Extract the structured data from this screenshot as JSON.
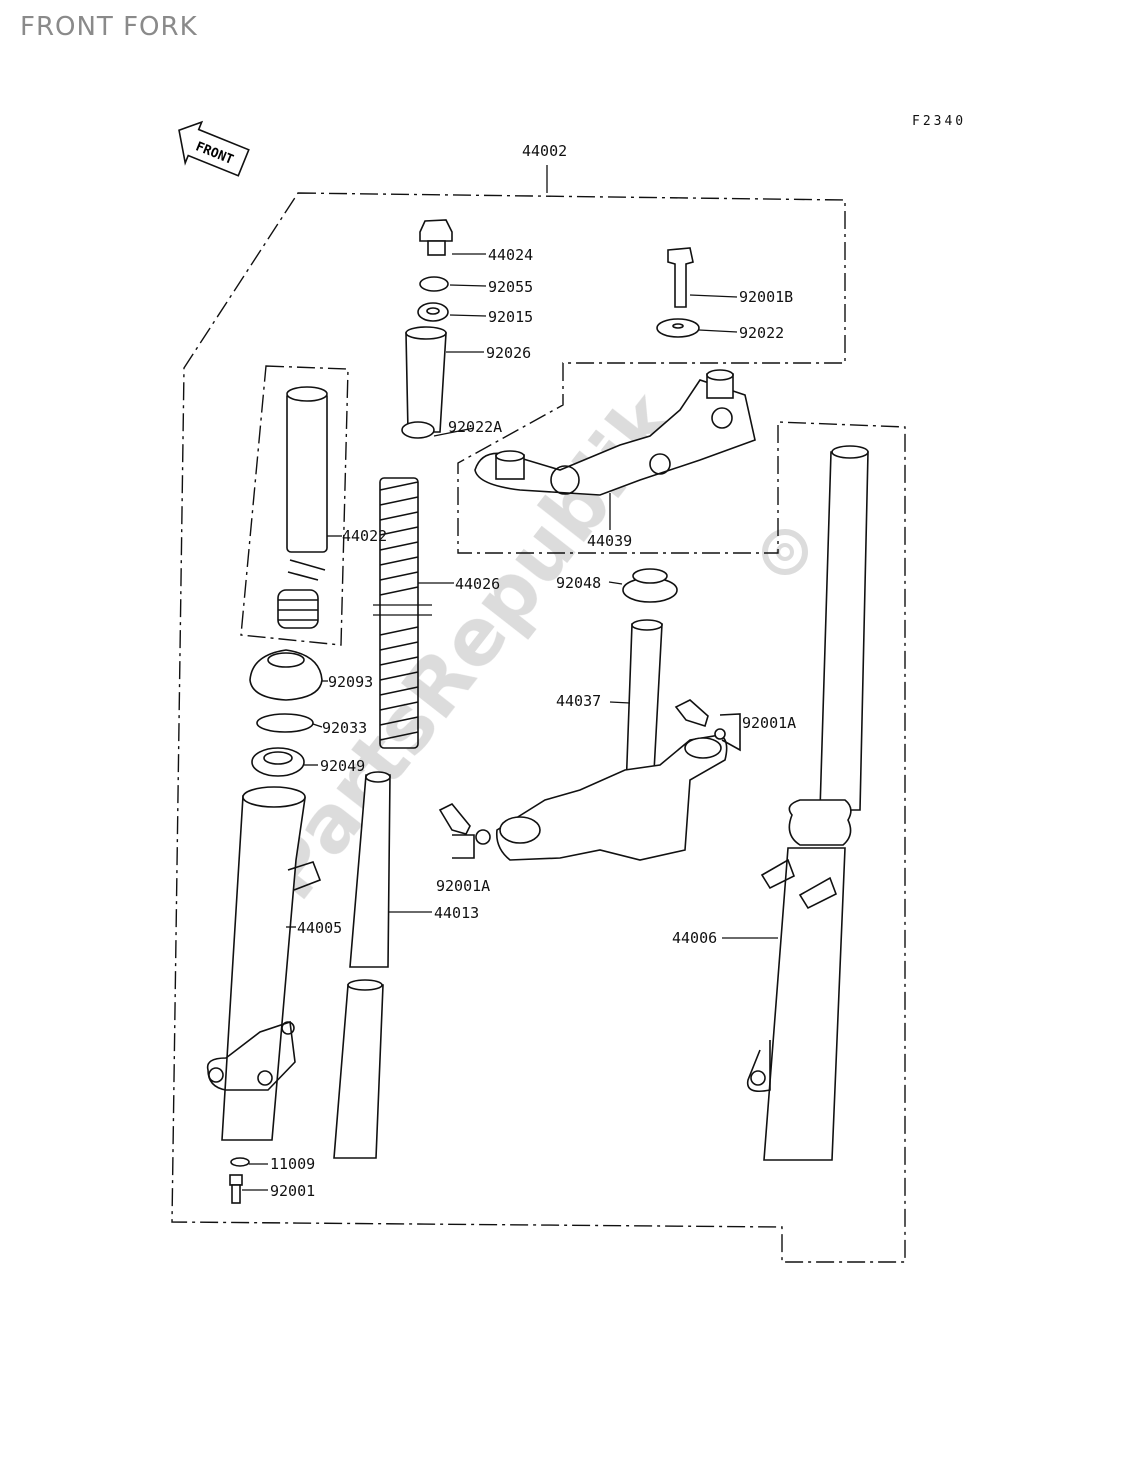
{
  "page": {
    "title": "FRONT FORK"
  },
  "diagram": {
    "code": "F2340",
    "direction_tag": "FRONT",
    "watermark": "PartsRepublik",
    "parts": [
      {
        "id": "44002"
      },
      {
        "id": "44024"
      },
      {
        "id": "92055"
      },
      {
        "id": "92015"
      },
      {
        "id": "92026"
      },
      {
        "id": "92022A"
      },
      {
        "id": "92001B"
      },
      {
        "id": "92022"
      },
      {
        "id": "44039"
      },
      {
        "id": "44022"
      },
      {
        "id": "44026"
      },
      {
        "id": "92048"
      },
      {
        "id": "92093"
      },
      {
        "id": "44037"
      },
      {
        "id": "92001A"
      },
      {
        "id": "92033"
      },
      {
        "id": "92049"
      },
      {
        "id": "92001A"
      },
      {
        "id": "44013"
      },
      {
        "id": "44005"
      },
      {
        "id": "44006"
      },
      {
        "id": "11009"
      },
      {
        "id": "92001"
      }
    ]
  }
}
